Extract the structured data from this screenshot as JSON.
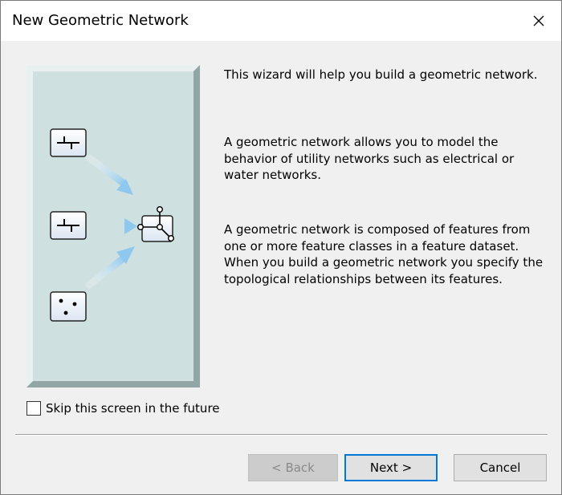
{
  "window": {
    "title": "New Geometric Network"
  },
  "icons": {
    "close": "close-icon",
    "illustration": "geometric-network-illustration"
  },
  "content": {
    "paragraph1": "This wizard will help you build a geometric network.",
    "paragraph2": "A geometric network allows you to model the behavior of utility networks such as electrical or water networks.",
    "paragraph3": "A geometric network is composed of features from one or more feature classes in a feature dataset. When you build a geometric network you specify the topological relationships between its features."
  },
  "options": {
    "skip_label": "Skip this screen in the future",
    "skip_checked": false
  },
  "buttons": {
    "back": "< Back",
    "next": "Next >",
    "cancel": "Cancel"
  },
  "colors": {
    "accent": "#0078d7",
    "panel": "#cfe0e0"
  }
}
